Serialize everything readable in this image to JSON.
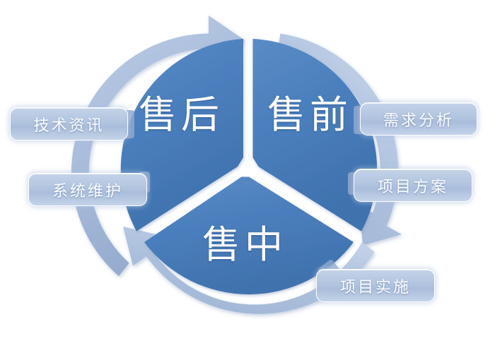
{
  "diagram": {
    "type": "three-phase-cycle",
    "title_visible": false,
    "colors": {
      "inner_segment_fill": "#4a7fbd",
      "outer_ring_fill": "#a9bddb",
      "outer_ring_shade": "#8fa7cc",
      "pill_fill": "#b2c5e0",
      "pill_border": "#ffffff",
      "background": "#ffffff",
      "label_text": "#ffffff"
    },
    "segments": [
      {
        "id": "presale",
        "label": "售前",
        "position": "right"
      },
      {
        "id": "insale",
        "label": "售中",
        "position": "bottom"
      },
      {
        "id": "aftersale",
        "label": "售后",
        "position": "left"
      }
    ],
    "callouts": [
      {
        "id": "tech-info",
        "label": "技术资讯",
        "attached_to": "aftersale",
        "side": "left"
      },
      {
        "id": "system-maint",
        "label": "系统维护",
        "attached_to": "aftersale",
        "side": "left"
      },
      {
        "id": "demand-analysis",
        "label": "需求分析",
        "attached_to": "presale",
        "side": "right"
      },
      {
        "id": "project-plan",
        "label": "项目方案",
        "attached_to": "presale",
        "side": "right"
      },
      {
        "id": "project-impl",
        "label": "项目实施",
        "attached_to": "insale",
        "side": "right"
      }
    ],
    "arrows": [
      {
        "id": "arrow-top",
        "points": "clockwise",
        "at": "top"
      },
      {
        "id": "arrow-bottom-right",
        "points": "clockwise",
        "at": "right-lower"
      },
      {
        "id": "arrow-bottom-left",
        "points": "clockwise",
        "at": "left-lower"
      }
    ]
  }
}
